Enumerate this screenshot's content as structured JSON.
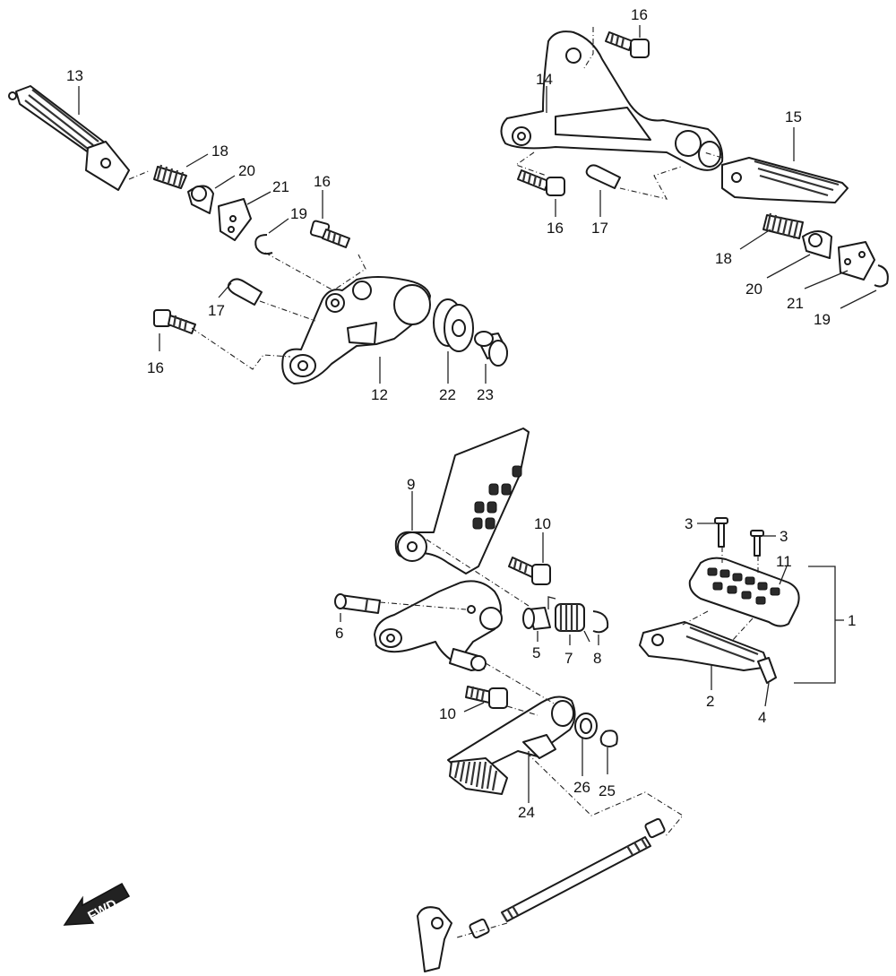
{
  "labels": {
    "p1": "1",
    "p2": "2",
    "p3a": "3",
    "p3b": "3",
    "p4": "4",
    "p5": "5",
    "p6": "6",
    "p7": "7",
    "p8": "8",
    "p9": "9",
    "p10a": "10",
    "p10b": "10",
    "p11": "11",
    "p12": "12",
    "p13": "13",
    "p14": "14",
    "p15": "15",
    "p16a": "16",
    "p16b": "16",
    "p16c": "16",
    "p16d": "16",
    "p17a": "17",
    "p17b": "17",
    "p18a": "18",
    "p18b": "18",
    "p19a": "19",
    "p19b": "19",
    "p20a": "20",
    "p20b": "20",
    "p21a": "21",
    "p21b": "21",
    "p22": "22",
    "p23": "23",
    "p24": "24",
    "p25": "25",
    "p26": "26"
  },
  "fwd": "FWD"
}
